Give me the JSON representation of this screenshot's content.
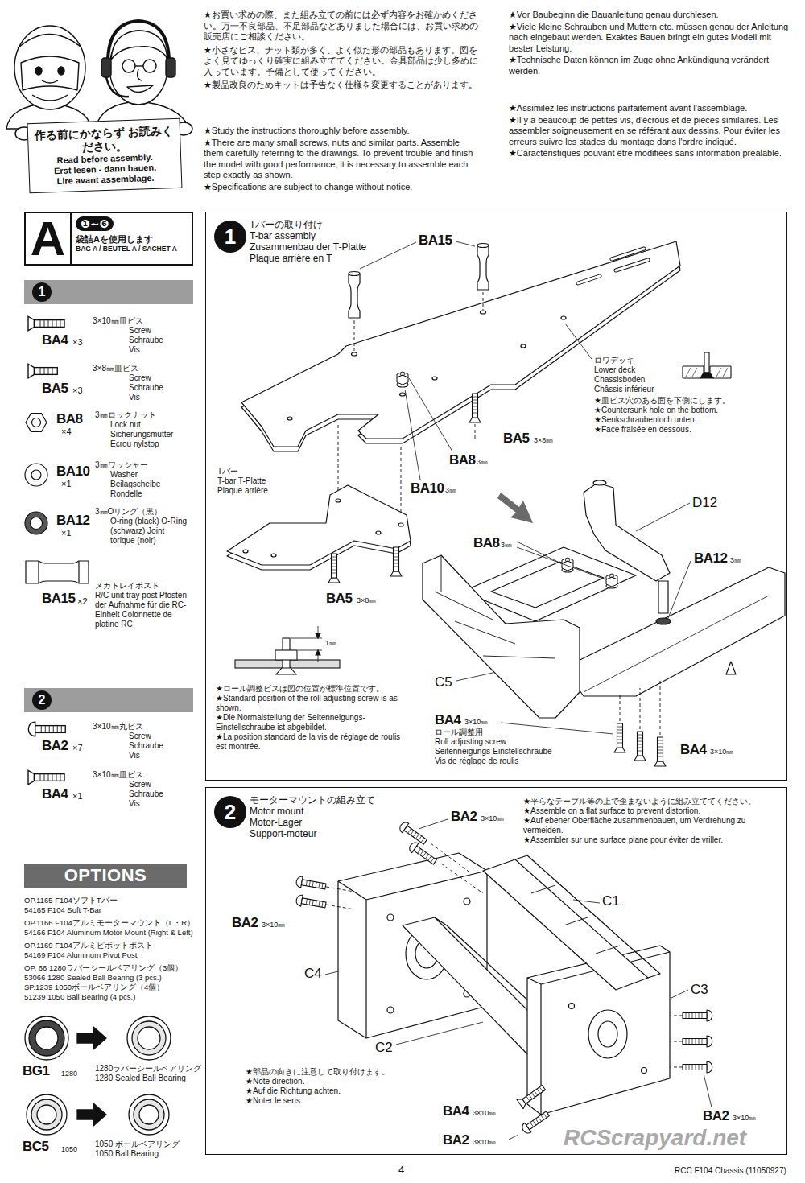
{
  "diagram": {
    "nodes": [
      {
        "text": [
          "作る前にかならず お読みください。",
          "Read before assembly.",
          "Erst lesen - dann bauen.",
          "Lire avant assemblage."
        ]
      },
      {
        "text": [
          "A"
        ]
      },
      {
        "text": [
          "❶~❻",
          "袋詰Aを使用します",
          "BAG A / BEUTEL A / SACHET A"
        ]
      },
      {
        "text": [
          "1"
        ]
      },
      {
        "text": [
          "2"
        ]
      },
      {
        "text": [
          "OPTIONS"
        ]
      },
      {
        "text": [
          "1",
          "Tバーの取り付け",
          "T-bar assembly",
          "Zusammenbau der T-Platte",
          "Plaque arrière en T"
        ]
      },
      {
        "text": [
          "2",
          "モーターマウントの組み立て",
          "Motor mount",
          "Motor-Lager",
          "Support-moteur"
        ]
      }
    ],
    "labels": [
      "★お買い求めの際、また組み立ての前には必ず内容をお確かめください。万一不良部品、不足部品などありました場合には、お買い求めの販売店にご相談ください。",
      "★小さなビス、ナット類が多く、よく似た形の部品もあります。図をよく見てゆっくり確実に組み立ててください。金具部品は少し多めに入っています。予備として使ってください。",
      "★製品改良のためキットは予告なく仕様を変更することがあります。",
      "★Study the instructions thoroughly before assembly.",
      "★There are many small screws, nuts and similar parts. Assemble them carefully referring to the drawings. To prevent trouble and finish the model with good performance, it is necessary to assemble each step exactly as shown.",
      "★Specifications are subject to change without notice.",
      "★Vor Baubeginn die Bauanleitung genau durchlesen.",
      "★Viele kleine Schrauben und Muttern etc. müssen genau der Anleitung nach eingebaut werden. Exaktes Bauen bringt ein gutes Modell mit bester Leistung.",
      "★Technische Daten können im Zuge ohne Ankündigung verändert werden.",
      "★Assimilez les instructions parfaitement avant l'assemblage.",
      "★Il y a beaucoup de petites vis, d'écrous et de pièces similaires. Les assembler soigneusement en se référant aux dessins. Pour éviter les erreurs suivre les stades du montage dans l'ordre indiqué.",
      "★Caractéristiques pouvant être modifiées sans information préalable.",
      "BA4",
      "×3",
      "3×10㎜皿ビス",
      "Screw Schraube Vis",
      "BA5",
      "×3",
      "3×8㎜皿ビス",
      "Screw Schraube Vis",
      "BA8",
      "×4",
      "3㎜ロックナット",
      "Lock nut Sicherungsmutter Ecrou nylstop",
      "BA10",
      "×1",
      "3㎜ワッシャー",
      "Washer Beilagscheibe Rondelle",
      "BA12",
      "×1",
      "3㎜Oリング（黒）",
      "O-ring (black) O-Ring (schwarz) Joint torique (noir)",
      "BA15",
      "×2",
      "メカトレイポスト",
      "R/C unit tray post Pfosten der Aufnahme für die RC-Einheit Colonnette de platine RC",
      "BA2",
      "×7",
      "3×10㎜丸ビス",
      "Screw Schraube Vis",
      "BA4",
      "×1",
      "3×10㎜皿ビス",
      "Screw Schraube Vis",
      "OP.1165 F104ソフトTバー",
      "54165 F104 Soft T-Bar",
      "OP.1166 F104アルミモーターマウント（L・R）",
      "54166 F104 Aluminum Motor Mount (Right & Left)",
      "OP.1169 F104アルミピボットポスト",
      "54169 F104 Aluminum Pivot Post",
      "OP. 66 1280ラバーシールベアリング（3個）",
      "53066 1280 Sealed Ball Bearing (3 pcs.)",
      "SP.1239 1050ボールベアリング（4個）",
      "51239 1050 Ball Bearing (4 pcs.)",
      "BG1",
      "1280",
      "1280ラバーシールベアリング",
      "1280 Sealed Ball Bearing",
      "BC5",
      "1050",
      "1050 ボールベアリング",
      "1050 Ball Bearing",
      "BA15",
      "ロワデッキ",
      "Lower deck Chassisboden Châssis inférieur",
      "★皿ビス穴のある面を下側にします。",
      "★Countersunk hole on the bottom.",
      "★Senkschraubenloch unten.",
      "★Face fraisée en dessous.",
      "BA5",
      "3×8㎜",
      "BA8",
      "3㎜",
      "BA10",
      "3㎜",
      "Tバー",
      "T-bar T-Platte Plaque arrière",
      "BA5",
      "3×8㎜",
      "D12",
      "BA12",
      "3㎜",
      "BA8",
      "3㎜",
      "C5",
      "BA4",
      "3×10㎜",
      "ロール調整用",
      "Roll adjusting screw",
      "Seitenneigungs-Einstellschraube",
      "Vis de réglage de roulis",
      "BA4",
      "3×10㎜",
      "1㎜",
      "★ロール調整ビスは図の位置が標準位置です。",
      "★Standard position of the roll adjusting screw is as shown.",
      "★Die Normalstellung der Seitenneigungs-Einstellschraube ist abgebildet.",
      "★La position standard de la vis de réglage de roulis est montrée.",
      "★平らなテーブル等の上で歪まないように組み立ててください。",
      "★Assemble on a flat surface to prevent distortion.",
      "★Auf ebener Oberfläche zusammenbauen, um Verdrehung zu vermeiden.",
      "★Assembler sur une surface plane pour éviter de vriller.",
      "BA2",
      "3×10㎜",
      "BA2",
      "3×10㎜",
      "C1",
      "C4",
      "C3",
      "C2",
      "★部品の向きに注意して取り付けます。",
      "★Note direction.",
      "★Auf die Richtung achten.",
      "★Noter le sens.",
      "BA4",
      "3×10㎜",
      "BA2",
      "3×10㎜",
      "BA2",
      "3×10㎜",
      "4",
      "RCC F104 Chassis (11050927)",
      "RCScrapyard.net"
    ]
  }
}
